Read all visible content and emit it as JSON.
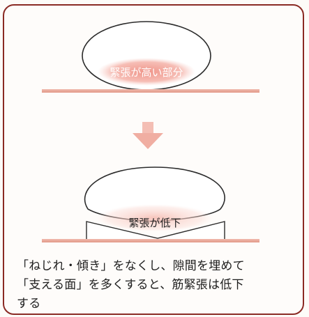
{
  "diagram": {
    "top_label": "緊張が高い部分",
    "bottom_label": "緊張が低下"
  },
  "caption": {
    "line1": "「ねじれ・傾き」をなくし、隙間を埋めて",
    "line2": "「支える面」を多くすると、筋緊張は低下",
    "line3": "する"
  },
  "colors": {
    "frame": "#8a2a24",
    "floor": "#e7a899",
    "arrow": "#f1b3a7",
    "highlight": "#ee9d92",
    "outline": "#2b2b2b"
  },
  "icons": {
    "arrow": "down-arrow-icon"
  }
}
